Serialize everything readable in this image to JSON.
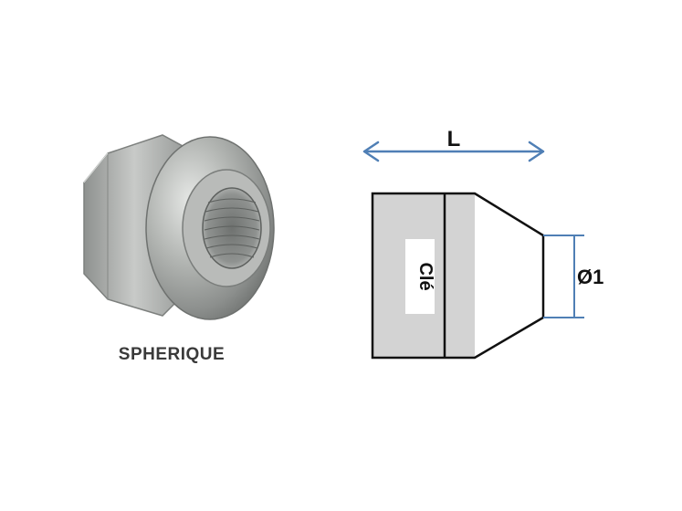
{
  "product": {
    "caption": "SPHERIQUE"
  },
  "drawing": {
    "length_label": "L",
    "key_label": "Clé",
    "diameter_label": "Ø1"
  },
  "colors": {
    "dimension_line": "#4f7fb5",
    "body_fill": "#d3d3d3",
    "outline": "#111111",
    "nut_metal": "#a8aba8"
  }
}
